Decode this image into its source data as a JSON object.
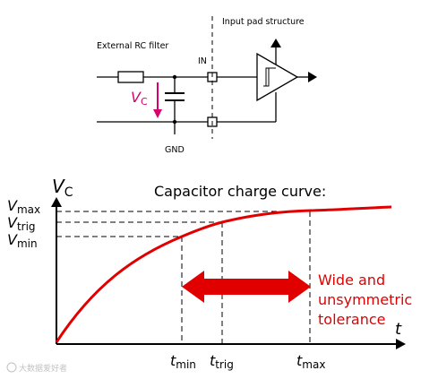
{
  "circuit": {
    "filter_label": "External RC filter",
    "pad_label": "Input pad structure",
    "in_label": "IN",
    "gnd_label": "GND",
    "vc_main": "V",
    "vc_sub": "C"
  },
  "graph": {
    "title": "Capacitor charge curve:",
    "y_axis_main": "V",
    "y_axis_sub": "C",
    "x_axis_label": "t",
    "levels": [
      {
        "main": "V",
        "sub": "max"
      },
      {
        "main": "V",
        "sub": "trig"
      },
      {
        "main": "V",
        "sub": "min"
      }
    ],
    "times": [
      {
        "main": "t",
        "sub": "min"
      },
      {
        "main": "t",
        "sub": "trig"
      },
      {
        "main": "t",
        "sub": "max"
      }
    ],
    "annotation_lines": [
      "Wide and",
      "unsymmetric",
      "tolerance"
    ]
  },
  "colors": {
    "curve": "#e00000",
    "arrow": "#e00000",
    "vc_arrow": "#d6006f",
    "annotation": "#e00000"
  },
  "watermark": "大数据爱好者"
}
